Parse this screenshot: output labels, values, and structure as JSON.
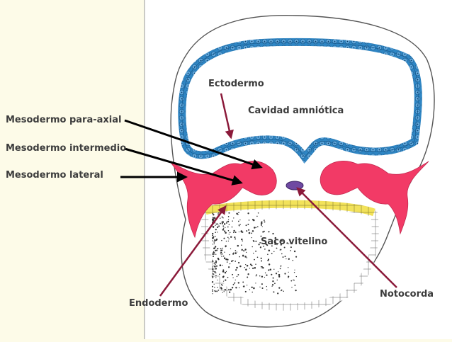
{
  "labels": {
    "ectodermo": "Ectodermo",
    "cavidad": "Cavidad amniótica",
    "mesodermo_paraaxial": "Mesodermo para-axial",
    "mesodermo_intermedio": "Mesodermo intermedio",
    "mesodermo_lateral": "Mesodermo lateral",
    "saco_vitelino": "Saco vitelino",
    "notocorda": "Notocorda",
    "endodermo": "Endodermo"
  },
  "colors": {
    "background": "#fdfbe8",
    "panel": "#ffffff",
    "ectoderm": "#2f86c4",
    "mesoderm": "#f23a66",
    "endoderm": "#f2e25a",
    "notochord": "#6f49a2",
    "pointer_dark": "#8b1a3a",
    "pointer_black": "#000000"
  }
}
